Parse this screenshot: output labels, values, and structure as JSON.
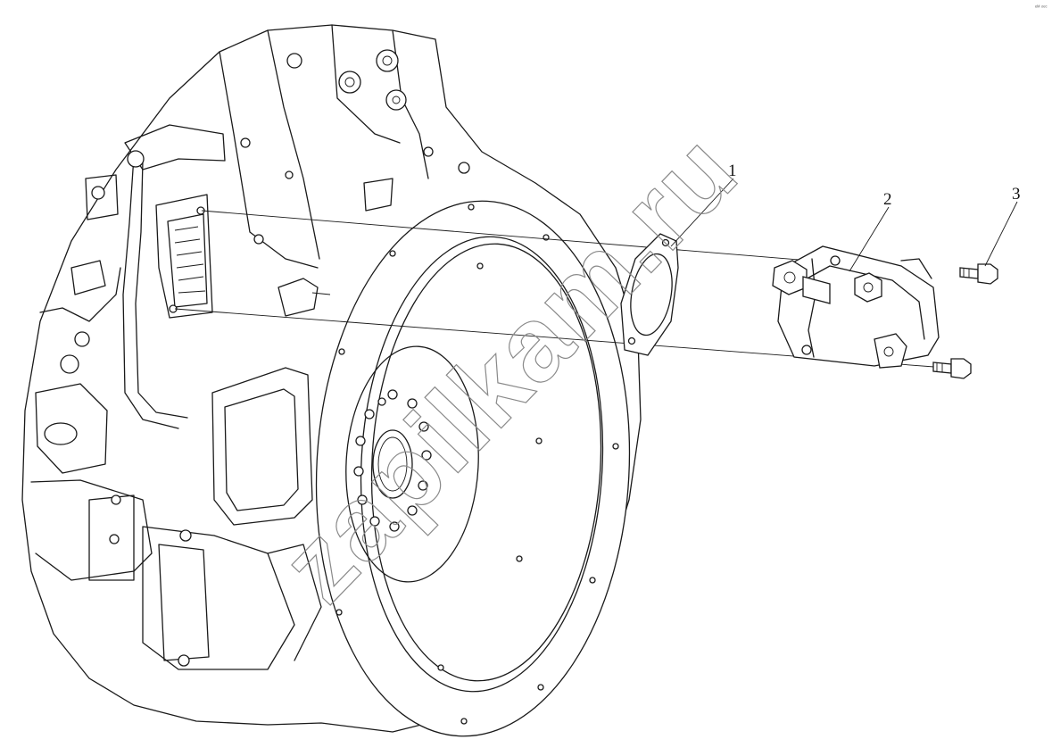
{
  "callouts": [
    {
      "label": "1"
    },
    {
      "label": "2"
    },
    {
      "label": "3"
    }
  ],
  "watermark": "zapilkam.ru",
  "corner_mark": "ᵉᴹ ᵒᵉᶜ"
}
